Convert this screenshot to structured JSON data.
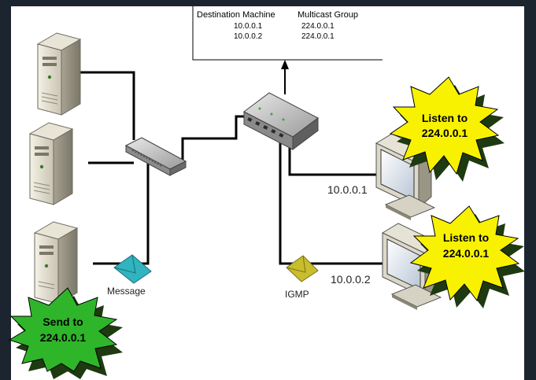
{
  "table": {
    "headers": [
      "Destination Machine",
      "Multicast Group"
    ],
    "rows": [
      [
        "10.0.0.1",
        "224.0.0.1"
      ],
      [
        "10.0.0.2",
        "224.0.0.1"
      ]
    ]
  },
  "labels": {
    "message": "Message",
    "igmp": "IGMP",
    "ip_top": "10.0.0.1",
    "ip_bottom": "10.0.0.2"
  },
  "bursts": {
    "send": [
      "Send to",
      "224.0.0.1"
    ],
    "listen_top": [
      "Listen to",
      "224.0.0.1"
    ],
    "listen_bottom": [
      "Listen to",
      "224.0.0.1"
    ]
  },
  "colors": {
    "background": "#1c2430",
    "burst_fill_yellow": "#f8f200",
    "burst_fill_green": "#2fb52a",
    "burst_shadow": "#1e3a10",
    "envelope_teal": "#31b3c0",
    "envelope_olive": "#c8bd2d"
  }
}
